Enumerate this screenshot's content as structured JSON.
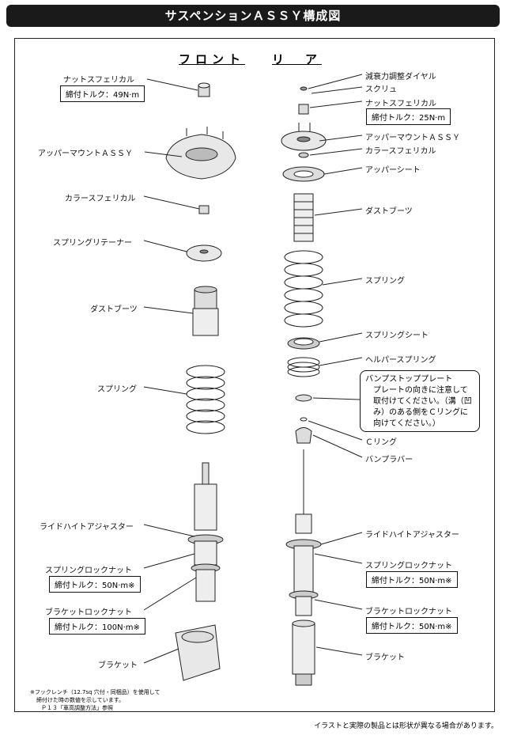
{
  "title": "サスペンションＡＳＳＹ構成図",
  "headers": {
    "front": "フロント",
    "rear": "リ　ア"
  },
  "front_labels": {
    "nut": "ナットスフェリカル",
    "nut_torque": "締付トルク：49N·m",
    "upper_mount": "アッパーマウントＡＳＳＹ",
    "collar": "カラースフェリカル",
    "retainer": "スプリングリテーナー",
    "dust_boot": "ダストブーツ",
    "spring": "スプリング",
    "ride_height": "ライドハイトアジャスター",
    "spring_locknut": "スプリングロックナット",
    "spring_locknut_torque": "締付トルク：50N·m※",
    "bracket_locknut": "ブラケットロックナット",
    "bracket_locknut_torque": "締付トルク：100N·m※",
    "bracket": "ブラケット"
  },
  "rear_labels": {
    "dial": "減衰力調整ダイヤル",
    "screw": "スクリュ",
    "nut": "ナットスフェリカル",
    "nut_torque": "締付トルク：25N·m",
    "upper_mount": "アッパーマウントＡＳＳＹ",
    "collar": "カラースフェリカル",
    "upper_seat": "アッパーシート",
    "dust_boot": "ダストブーツ",
    "spring": "スプリング",
    "spring_seat": "スプリングシート",
    "helper": "ヘルパースプリング",
    "c_ring": "Ｃリング",
    "bump_rubber": "バンプラバー",
    "ride_height": "ライドハイトアジャスター",
    "spring_locknut": "スプリングロックナット",
    "spring_locknut_torque": "締付トルク：50N·m※",
    "bracket_locknut": "ブラケットロックナット",
    "bracket_locknut_torque": "締付トルク：50N·m※",
    "bracket": "ブラケット"
  },
  "callout": {
    "title": "バンプストッププレート",
    "body": "プレートの向きに注意して取付けてください。（溝（凹み）のある側をＣリングに向けてください。）"
  },
  "note": {
    "line1": "※フックレンチ（12.7sq 穴付・同梱品）を使用して",
    "line2": "締付けた時の数値を示しています。",
    "line3": "Ｐ１３「車高調整方法」参照"
  },
  "footer": "イラストと実際の製品とは形状が異なる場合があります。"
}
